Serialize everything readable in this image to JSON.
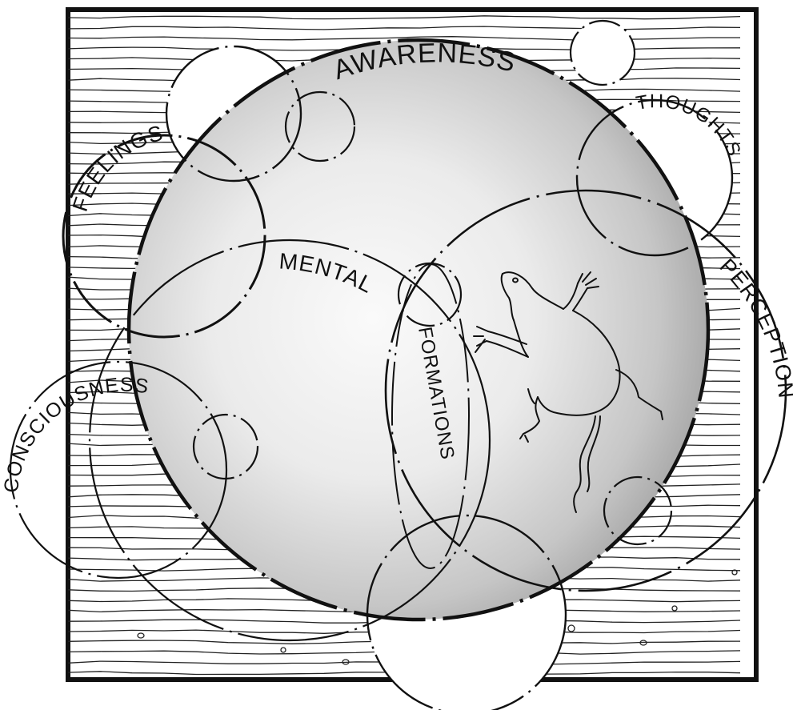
{
  "labels": {
    "awareness": "AWARENESS",
    "thoughts": "THOUGHTS",
    "feelings": "FEELINGS",
    "mental": "MENTAL",
    "formations": "FORMATIONS",
    "perception": "PERCEPTION",
    "consciousness": "CONSCIOUSNESS"
  },
  "colors": {
    "ink": "#111111",
    "sphere_light": "#f7f7f7",
    "sphere_dark": "#9c9c9c",
    "background": "#ffffff"
  },
  "icons": {
    "creature": "mouse-figure-icon"
  }
}
